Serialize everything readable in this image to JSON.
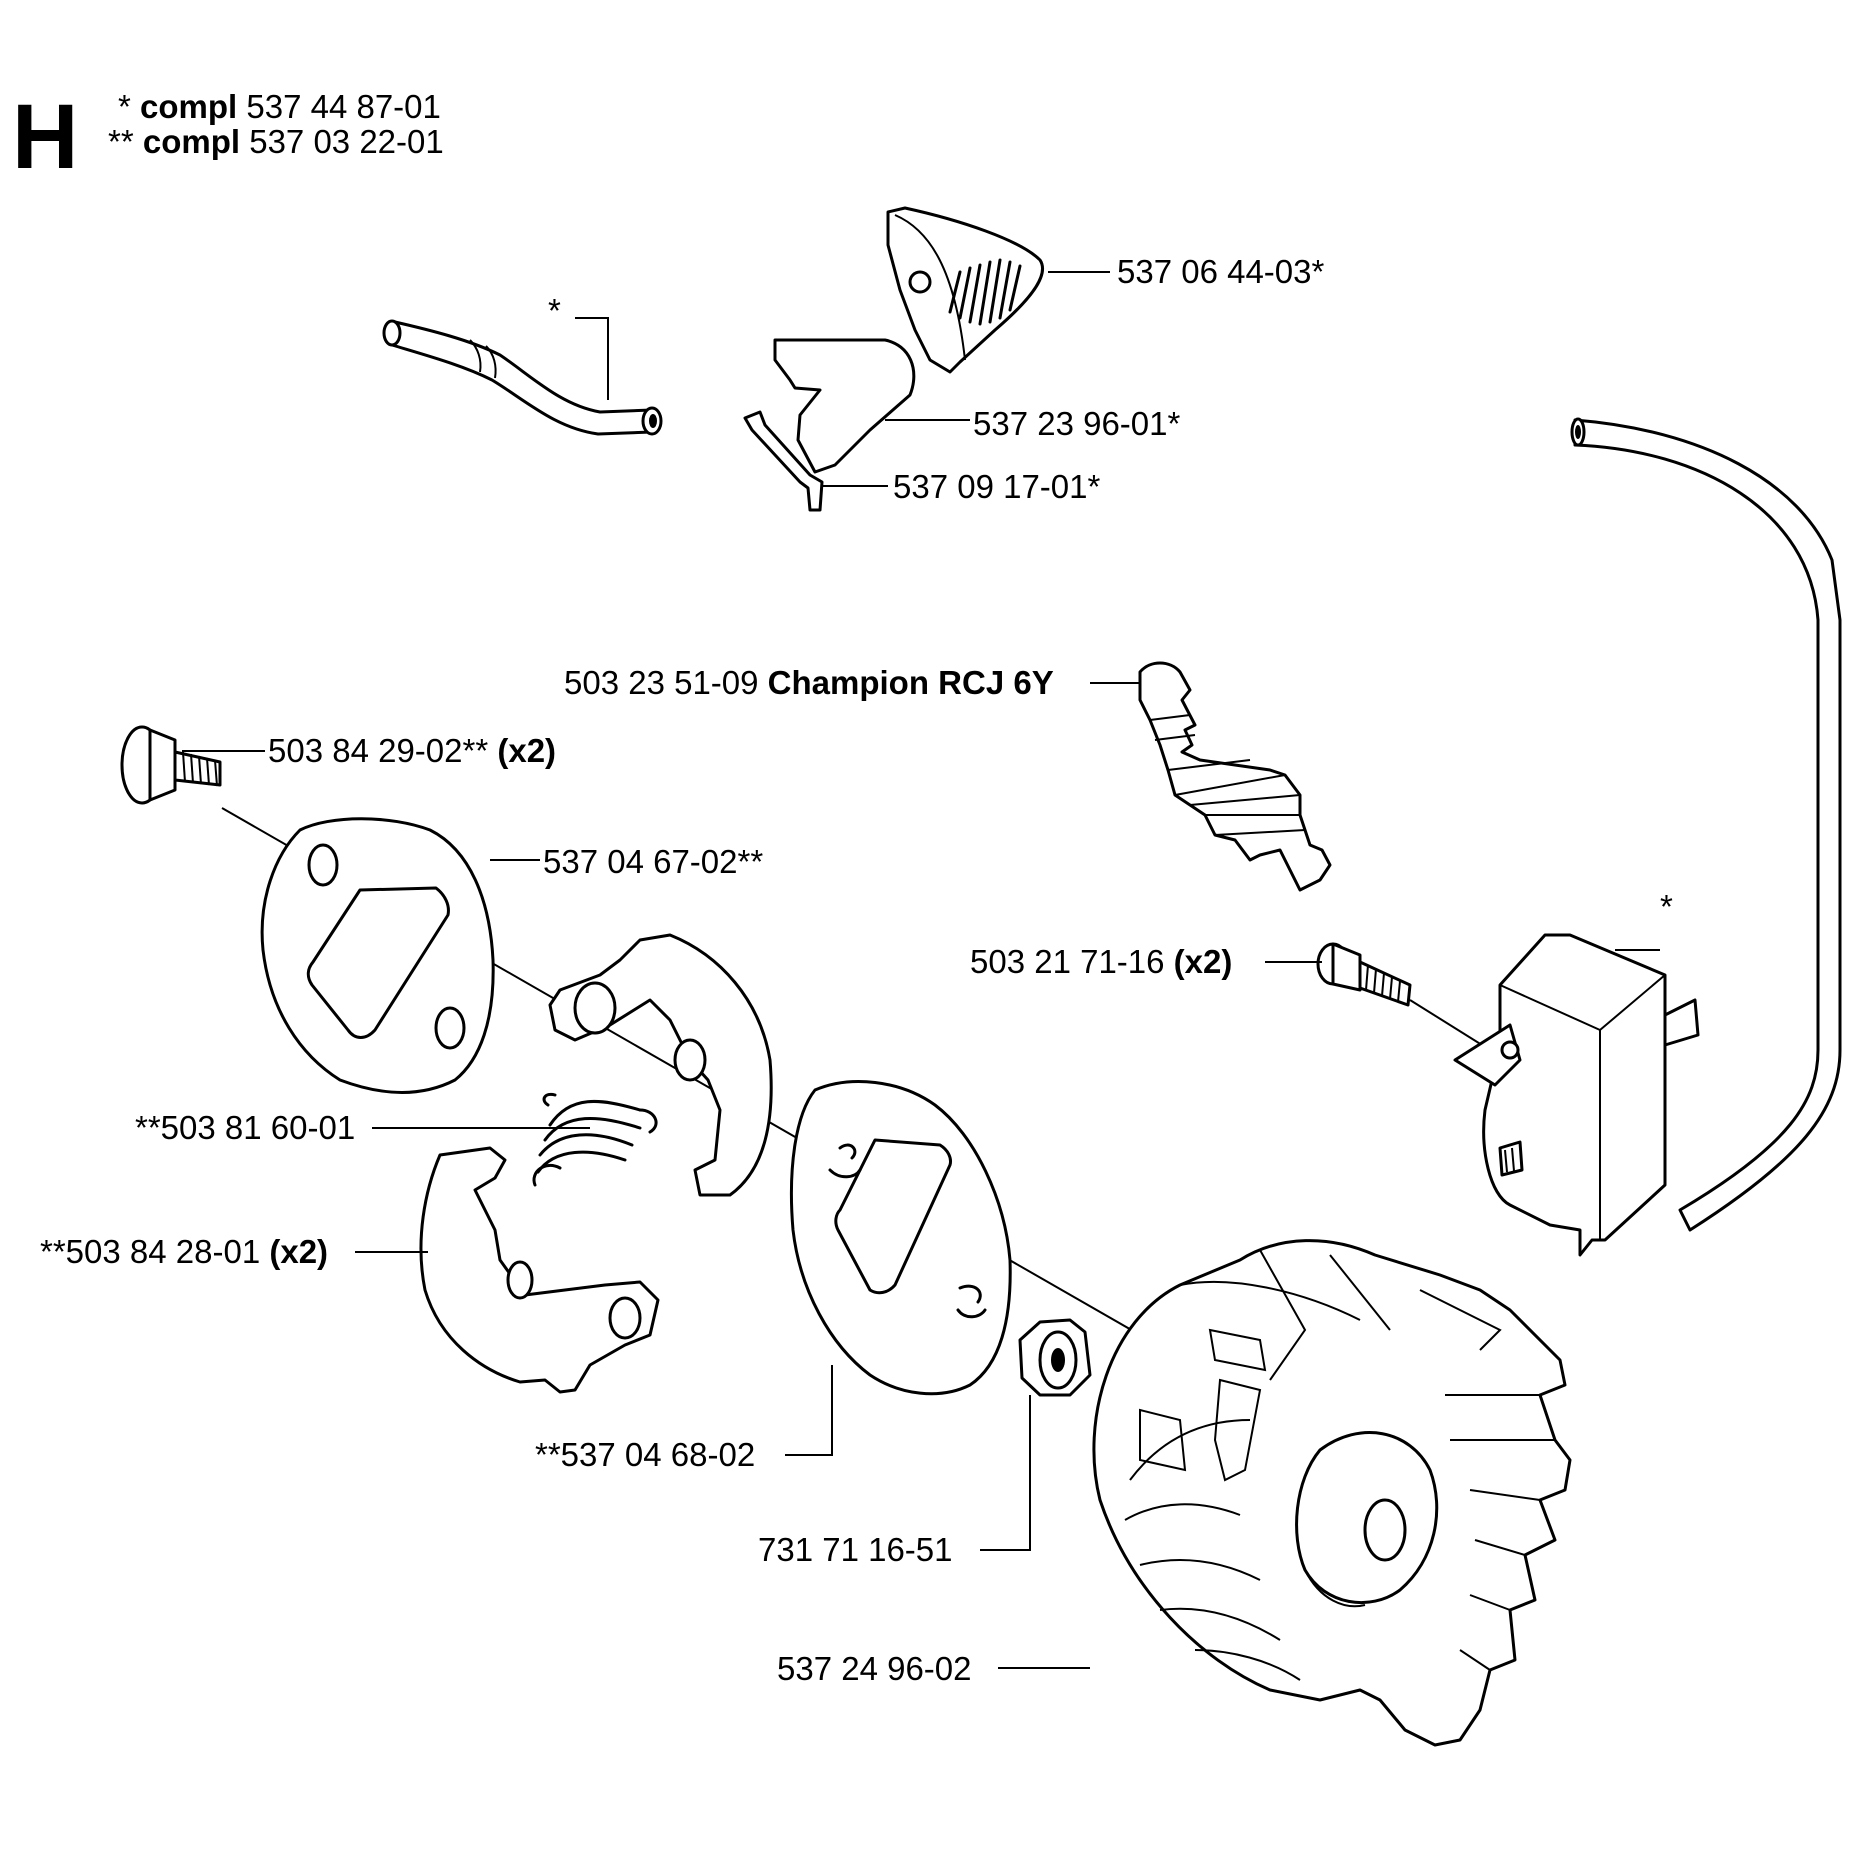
{
  "section_letter": "H",
  "header": {
    "line1": {
      "prefix": "* ",
      "bold": "compl",
      "number": " 537 44 87-01"
    },
    "line2": {
      "prefix": "** ",
      "bold": "compl",
      "number": " 537 03 22-01"
    }
  },
  "labels": {
    "cover": "537 06 44-03*",
    "fuel_hose_star": "*",
    "shield": "537 23 96-01*",
    "clip": "537 09 17-01*",
    "spark_plug": {
      "text": "503 23 51-09 ",
      "bold": "Champion RCJ 6Y"
    },
    "screw_top": {
      "text": "503 84 29-02** ",
      "bold": "(x2)"
    },
    "plate_top": "537 04 67-02**",
    "module_screw": {
      "text": "503 21 71-16 ",
      "bold": "(x2)"
    },
    "module_star": "*",
    "spring": "**503 81 60-01",
    "pawl": {
      "text": "**503 84 28-01 ",
      "bold": "(x2)"
    },
    "plate_bottom": "**537 04 68-02",
    "washer": "731 71 16-51",
    "flywheel": "537 24 96-02"
  }
}
